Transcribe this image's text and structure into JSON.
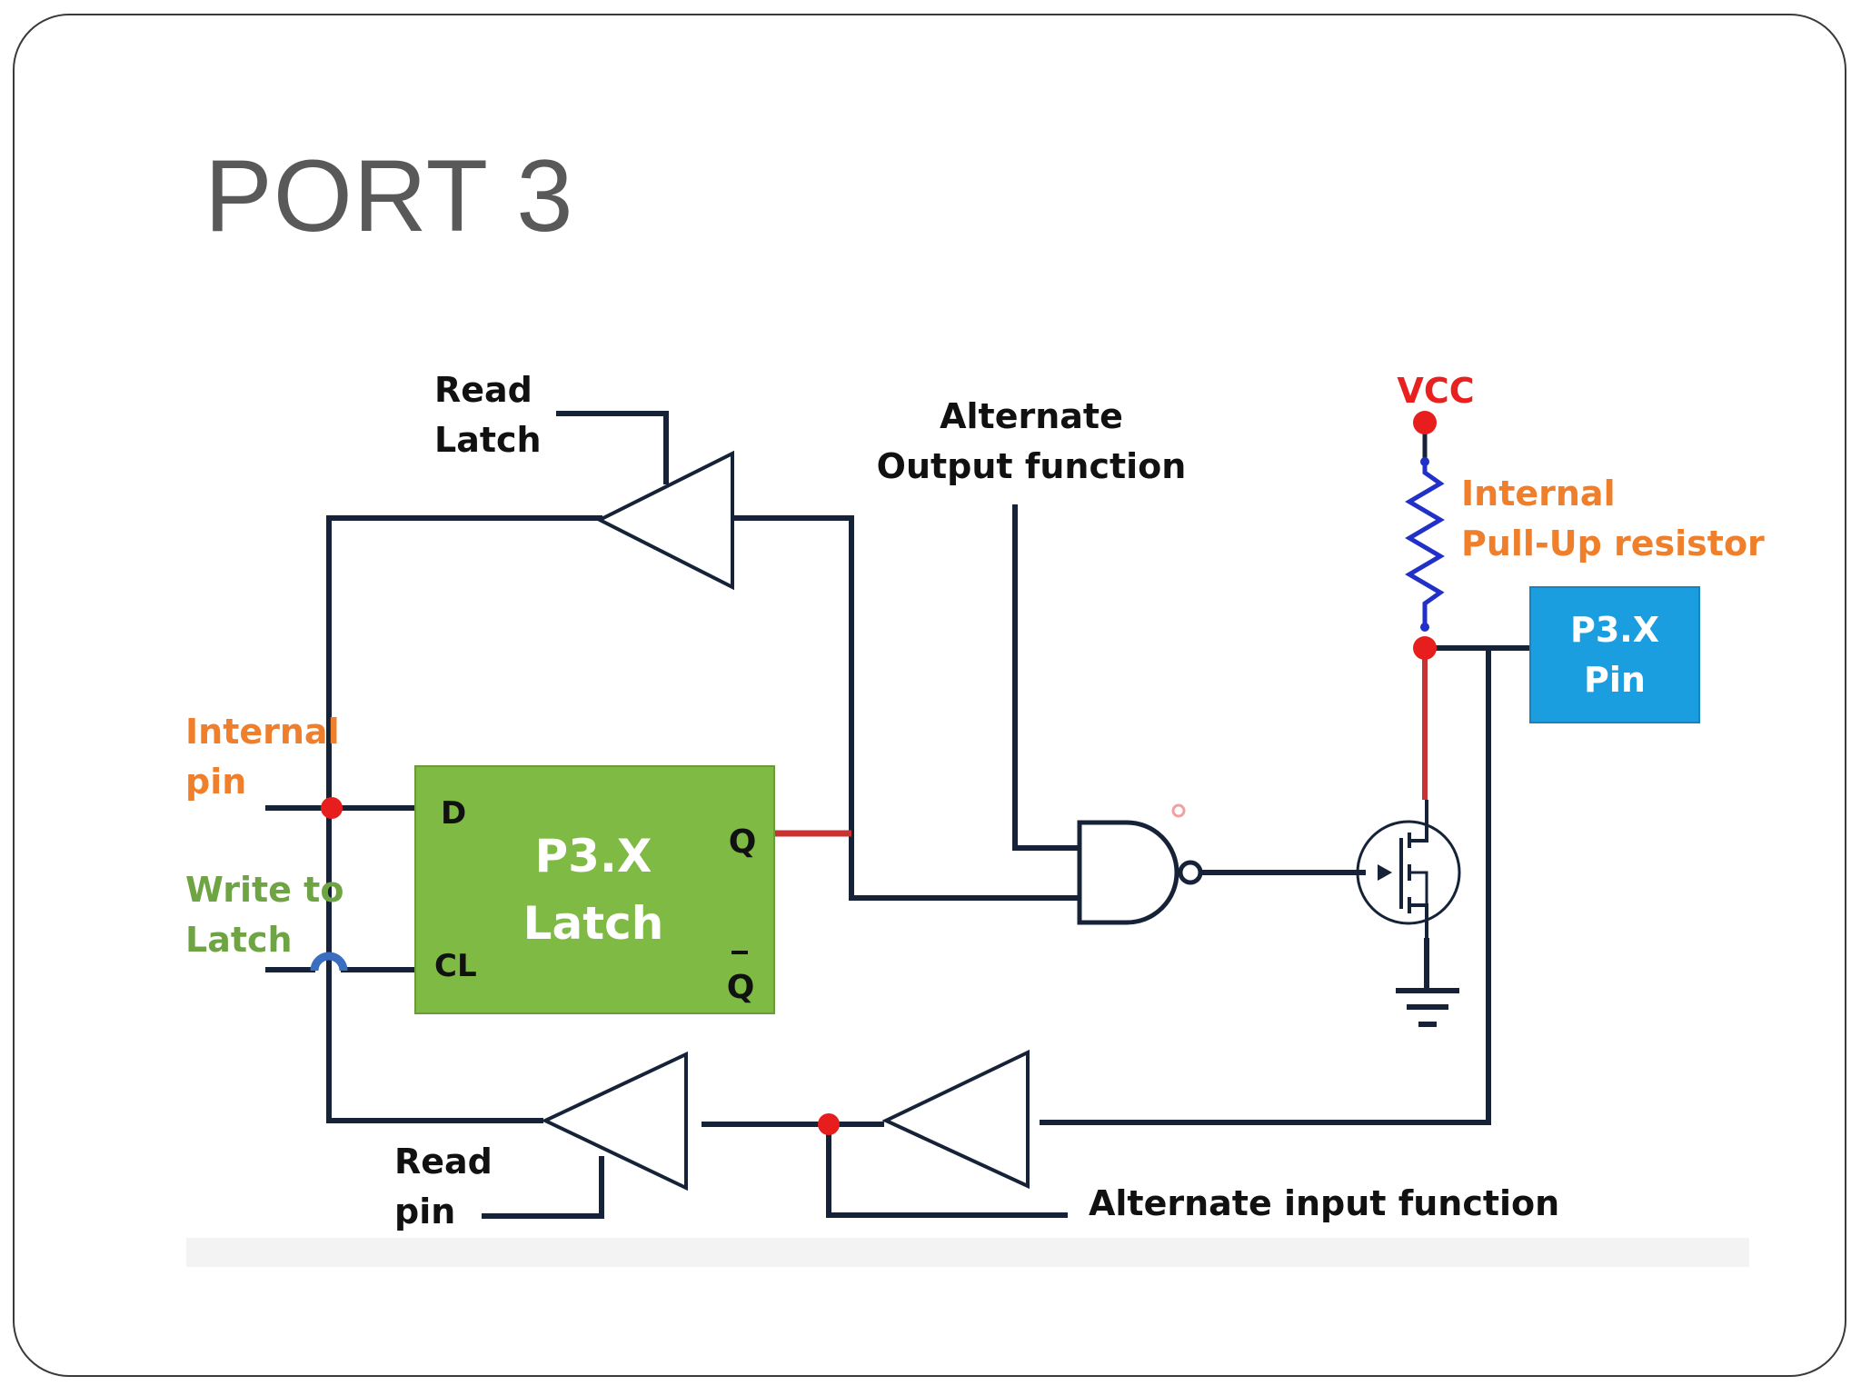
{
  "slide": {
    "title": "PORT 3"
  },
  "diagram": {
    "labels": {
      "read_latch_1": "Read",
      "read_latch_2": "Latch",
      "alt_output_1": "Alternate",
      "alt_output_2": "Output function",
      "vcc": "VCC",
      "pullup_1": "Internal",
      "pullup_2": "Pull-Up resistor",
      "pin_box_1": "P3.X",
      "pin_box_2": "Pin",
      "internal_pin_1": "Internal",
      "internal_pin_2": "pin",
      "write_latch_1": "Write to",
      "write_latch_2": "Latch",
      "latch_1": "P3.X",
      "latch_2": "Latch",
      "latch_d": "D",
      "latch_cl": "CL",
      "latch_q": "Q",
      "latch_qbar": "Q",
      "read_pin_1": "Read",
      "read_pin_2": "pin",
      "alt_input": "Alternate input function"
    },
    "colors": {
      "wire": "#152238",
      "wire_red": "#c83232",
      "junction": "#e81e1e",
      "resistor": "#2030c8",
      "crossover": "#3a6fc0",
      "latch_fill": "#7fba45",
      "latch_border": "#6a9a3a",
      "pin_fill": "#1b9ee0",
      "orange_label": "#ef7f2a",
      "green_label": "#6fa445",
      "vcc_label": "#e82020"
    }
  }
}
